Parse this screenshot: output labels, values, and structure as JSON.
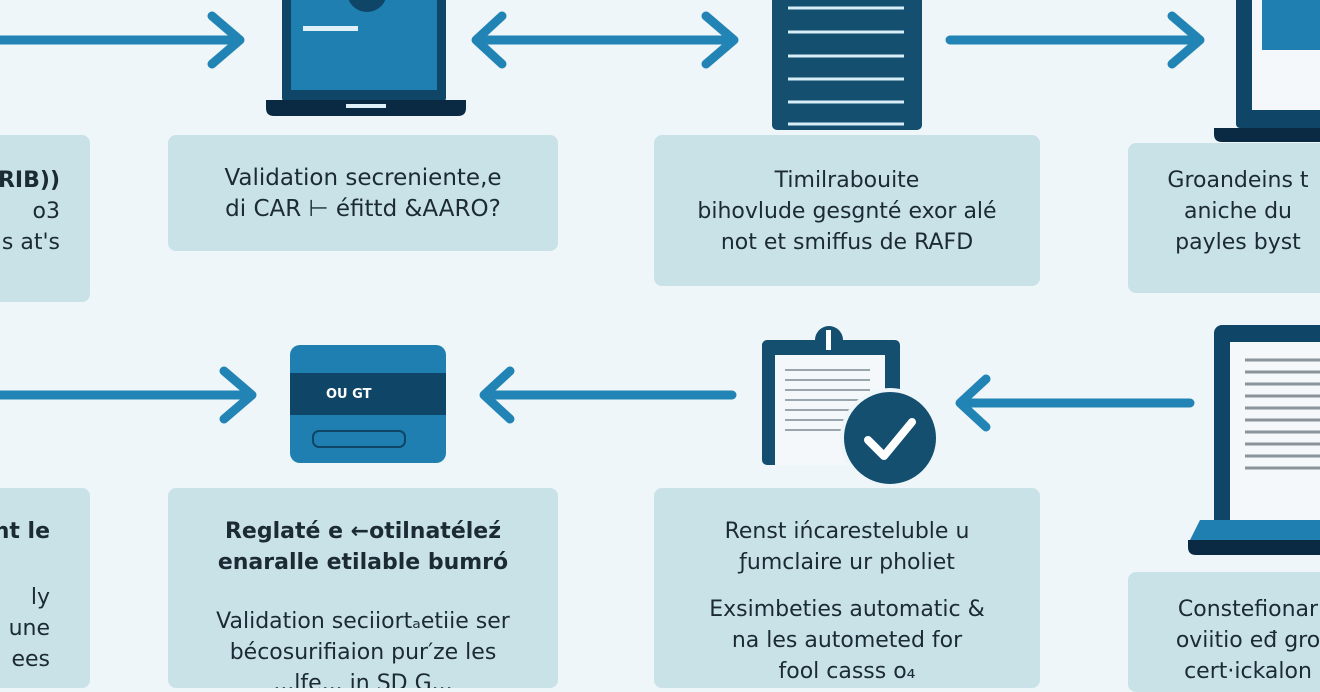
{
  "colors": {
    "background": "#eef6f9",
    "card": "#c9e2e8",
    "arrow": "#2284b5",
    "icon_dark": "#0f4566",
    "icon_blue": "#1f7fb0",
    "icon_navy": "#0a2a44"
  },
  "icons": [
    "laptop-icon",
    "document-icon",
    "laptop-icon",
    "card-reader-icon",
    "clipboard-check-icon",
    "laptop-icon"
  ],
  "row1": {
    "card_a": {
      "lines": [
        "(RIB))",
        "o3",
        "s at's"
      ]
    },
    "card_b": {
      "lines": [
        "Validation secreniente,e",
        "di CAR ⊢ éfittd &AARO?"
      ]
    },
    "card_c": {
      "lines": [
        "Timilrabouite",
        "bihovlude gesgnté exor alé",
        "not et smiffus de RAFD"
      ]
    },
    "card_d": {
      "lines": [
        "Groandeins t",
        "aniche du",
        "payles byst"
      ]
    }
  },
  "row2": {
    "card_icon_label": "OU GT",
    "card_e": {
      "title": "nt le",
      "lines": [
        "ly",
        "une",
        "ees"
      ]
    },
    "card_f": {
      "title_lines": [
        "Reglaté e ←otilnatéleź",
        "enaralle etilable bumró"
      ],
      "lines": [
        "Validation seciiortₐetiie ser",
        "bécosurifiaion pur′ze les",
        "...lfe... in SD G..."
      ]
    },
    "card_g": {
      "title_lines": [
        "Renst ińcaresteluble u",
        "ƒumclaire ur pholiet"
      ],
      "lines": [
        "Exsimbeties automatic &",
        "na les autometed for",
        "fool casss o₄"
      ]
    },
    "card_h": {
      "lines": [
        "Constefionar",
        "oviitio eđ gro",
        "cert·ickalon"
      ]
    }
  }
}
